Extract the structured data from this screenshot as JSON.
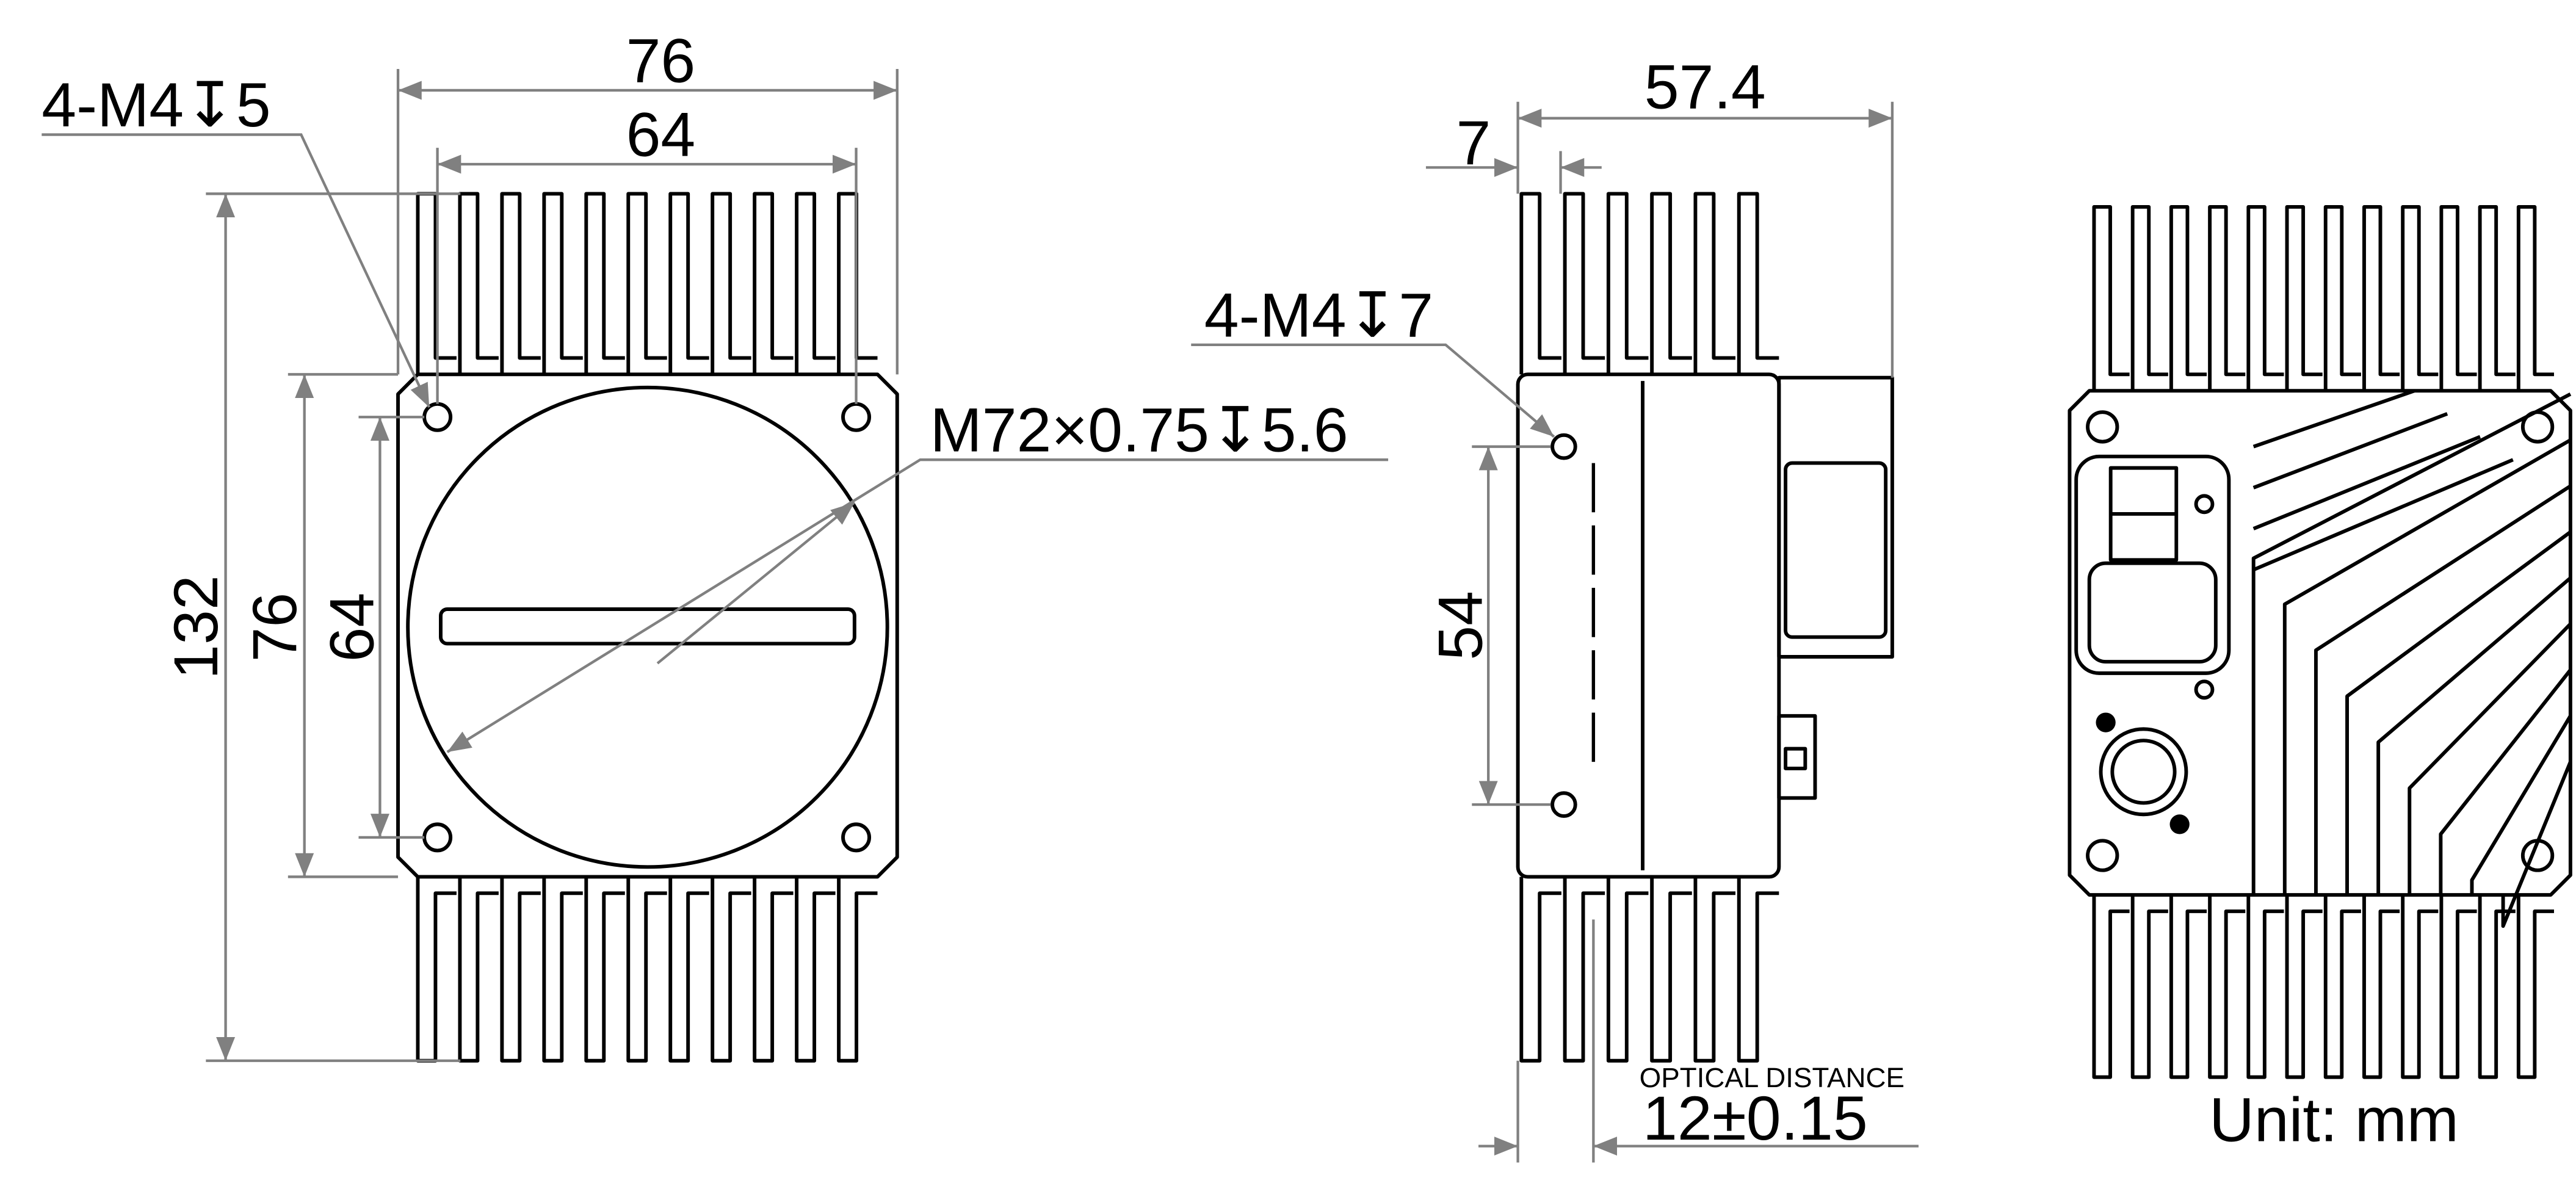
{
  "front_view": {
    "width_outer": "76",
    "width_holes": "64",
    "height_total": "132",
    "height_body": "76",
    "height_holes": "64",
    "mount_holes": "4-M4↧5",
    "lens_mount": "M72×0.75↧5.6"
  },
  "side_view": {
    "depth": "57.4",
    "flange_offset": "7",
    "mount_holes": "4-M4↧7",
    "hole_spacing": "54",
    "optical_distance_label": "OPTICAL DISTANCE",
    "optical_distance_value": "12±0.15"
  },
  "rear_view": {
    "unit_label": "Unit: mm"
  }
}
